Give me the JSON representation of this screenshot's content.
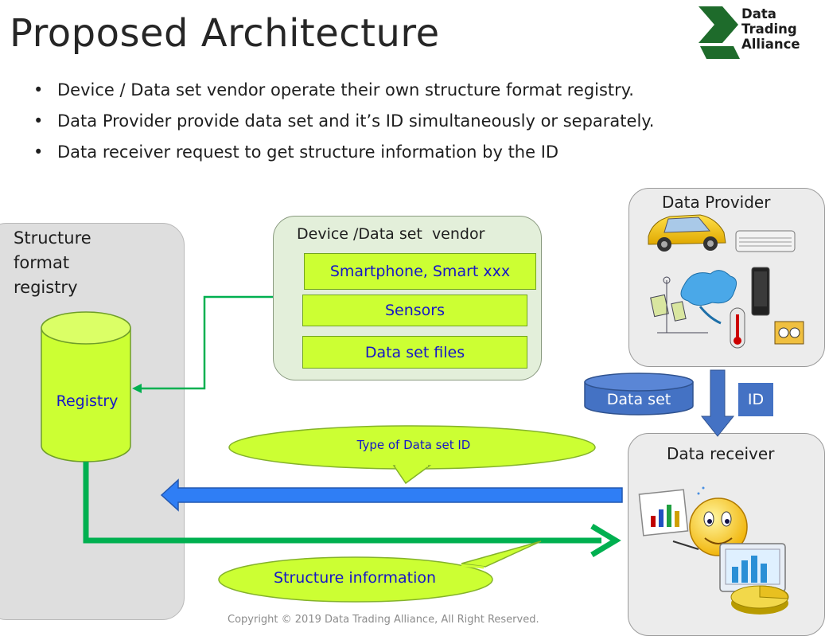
{
  "title": "Proposed Architecture",
  "logo": {
    "lines": [
      "Data",
      "Trading",
      "Alliance"
    ],
    "color": "#1e6b2b"
  },
  "bullets": [
    "Device / Data set vendor operate their own structure format registry.",
    "Data Provider provide data set and it’s ID simultaneously or separately.",
    "Data receiver request to get structure information by the ID"
  ],
  "registry": {
    "label_lines": [
      "Structure",
      "format",
      "registry"
    ],
    "db_label": "Registry"
  },
  "vendor": {
    "title": "Device /Data set  vendor",
    "items": [
      "Smartphone, Smart xxx",
      "Sensors",
      "Data set files"
    ]
  },
  "provider": {
    "title": "Data Provider"
  },
  "receiver": {
    "title": "Data receiver"
  },
  "dataset": {
    "label": "Data set",
    "id_label": "ID"
  },
  "callouts": {
    "type_id": "Type of Data set ID",
    "structure_info": "Structure information"
  },
  "copyright": "Copyright © 2019 Data Trading Alliance, All Right Reserved.",
  "colors": {
    "green_arrow": "#00b050",
    "blue_arrow": "#2f7ef5",
    "callout_fill": "#ccff33",
    "vendor_fill": "#e3efda",
    "registry_fill": "#dedede",
    "box_text": "#1616c8"
  }
}
